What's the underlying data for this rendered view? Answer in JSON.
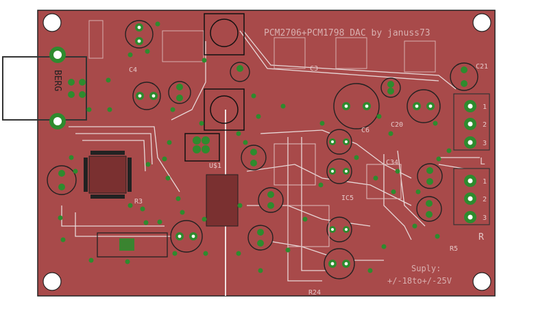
{
  "board": {
    "title": "PCM2706+PCM1798 DAC by januss73",
    "supply_line1": "Suply:",
    "supply_line2": "+/-18to+/-25V",
    "colors": {
      "board": "#a84a4a",
      "copper": "#b85858",
      "trace_gap": "#e8d8d8",
      "pad": "#2e8b2e",
      "pad_hole": "#ffffff",
      "outline": "#222222",
      "silk": "#e0c0c0"
    }
  },
  "labels": {
    "c4": "C4",
    "c3": "C3",
    "c20": "C20",
    "c21": "C21",
    "c34": "C34",
    "c6": "C6",
    "r3": "R3",
    "r5": "R5",
    "r24": "R24",
    "ic5": "IC5",
    "u1": "U$1",
    "p1": "1",
    "p2": "2",
    "p3": "3",
    "q1": "1",
    "q2": "2",
    "q3": "3",
    "berg": "BERG",
    "ls": "L",
    "rs": "R"
  },
  "icons": {
    "usb": "usb-connector-icon",
    "crystal": "crystal-oscillator-icon",
    "qfp": "qfp-chip-icon",
    "terminal": "screw-terminal-icon"
  }
}
